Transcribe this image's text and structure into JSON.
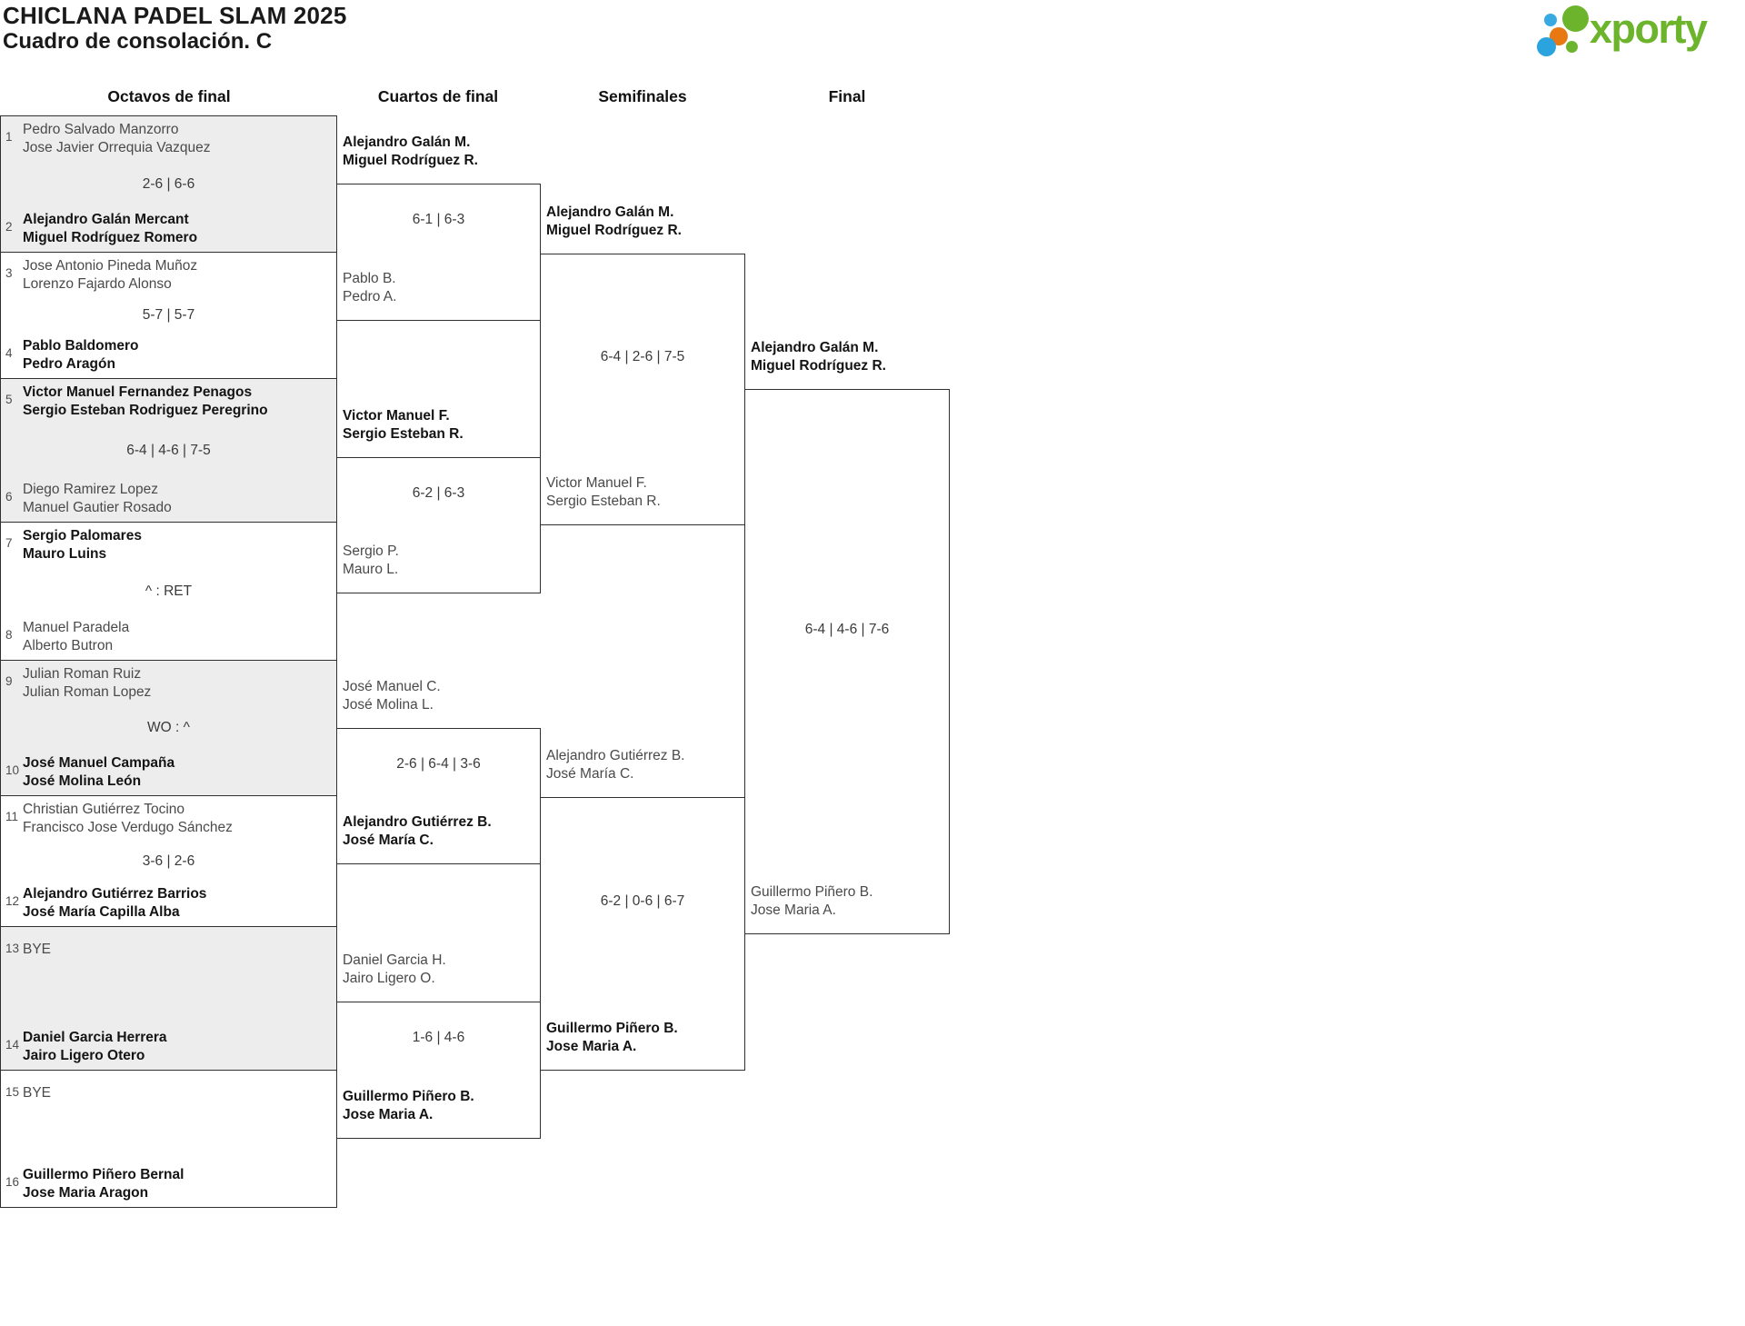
{
  "header": {
    "title": "CHICLANA PADEL SLAM 2025",
    "subtitle": "Cuadro de consolación. C"
  },
  "logo": {
    "text": "xporty",
    "dots": [
      {
        "name": "logo-dot-small-blue",
        "color": "#39a9e1"
      },
      {
        "name": "logo-dot-large-green",
        "color": "#6db42d"
      },
      {
        "name": "logo-dot-orange",
        "color": "#e87912"
      },
      {
        "name": "logo-dot-small-green",
        "color": "#6db42d"
      },
      {
        "name": "logo-dot-large-blue",
        "color": "#2aa3de"
      }
    ]
  },
  "columns": [
    {
      "label": "Octavos de final"
    },
    {
      "label": "Cuartos de final"
    },
    {
      "label": "Semifinales"
    },
    {
      "label": "Final"
    }
  ],
  "round_of_16": [
    {
      "shaded": true,
      "score": "2-6 | 6-6",
      "slots": [
        {
          "seed": "1",
          "lines": [
            "Pedro Salvado Manzorro",
            "Jose Javier Orrequia Vazquez"
          ],
          "winner": false
        },
        {
          "seed": "2",
          "lines": [
            "Alejandro Galán Mercant",
            "Miguel Rodríguez Romero"
          ],
          "winner": true
        }
      ]
    },
    {
      "shaded": false,
      "score": "5-7 | 5-7",
      "slots": [
        {
          "seed": "3",
          "lines": [
            "Jose Antonio Pineda Muñoz",
            "Lorenzo Fajardo Alonso"
          ],
          "winner": false
        },
        {
          "seed": "4",
          "lines": [
            "Pablo Baldomero",
            "Pedro Aragón"
          ],
          "winner": true
        }
      ]
    },
    {
      "shaded": true,
      "score": "6-4 | 4-6 | 7-5",
      "slots": [
        {
          "seed": "5",
          "lines": [
            "Victor Manuel Fernandez Penagos",
            "Sergio Esteban Rodriguez Peregrino"
          ],
          "winner": true
        },
        {
          "seed": "6",
          "lines": [
            "Diego Ramirez Lopez",
            "Manuel Gautier Rosado"
          ],
          "winner": false
        }
      ]
    },
    {
      "shaded": false,
      "score": "^ : RET",
      "slots": [
        {
          "seed": "7",
          "lines": [
            "Sergio Palomares",
            "Mauro Luins"
          ],
          "winner": true
        },
        {
          "seed": "8",
          "lines": [
            "Manuel Paradela",
            "Alberto Butron"
          ],
          "winner": false
        }
      ]
    },
    {
      "shaded": true,
      "score": "WO : ^",
      "slots": [
        {
          "seed": "9",
          "lines": [
            "Julian Roman Ruiz",
            "Julian Roman Lopez"
          ],
          "winner": false
        },
        {
          "seed": "10",
          "lines": [
            "José Manuel Campaña",
            "José Molina León"
          ],
          "winner": true
        }
      ]
    },
    {
      "shaded": false,
      "score": "3-6 | 2-6",
      "slots": [
        {
          "seed": "11",
          "lines": [
            "Christian Gutiérrez Tocino",
            "Francisco Jose Verdugo Sánchez"
          ],
          "winner": false
        },
        {
          "seed": "12",
          "lines": [
            "Alejandro Gutiérrez Barrios",
            "José María Capilla Alba"
          ],
          "winner": true
        }
      ]
    },
    {
      "shaded": true,
      "score": "",
      "slots": [
        {
          "seed": "13",
          "lines": [
            "BYE"
          ],
          "winner": false
        },
        {
          "seed": "14",
          "lines": [
            "Daniel Garcia Herrera",
            "Jairo Ligero Otero"
          ],
          "winner": true
        }
      ]
    },
    {
      "shaded": false,
      "score": "",
      "slots": [
        {
          "seed": "15",
          "lines": [
            "BYE"
          ],
          "winner": false
        },
        {
          "seed": "16",
          "lines": [
            "Guillermo Piñero Bernal",
            "Jose Maria Aragon"
          ],
          "winner": true
        }
      ]
    }
  ],
  "quarterfinals": [
    {
      "score": "6-1 | 6-3",
      "top": {
        "lines": [
          "Alejandro Galán M.",
          "Miguel Rodríguez R."
        ],
        "winner": true
      },
      "bottom": {
        "lines": [
          "Pablo B.",
          "Pedro A."
        ],
        "winner": false
      }
    },
    {
      "score": "6-2 | 6-3",
      "top": {
        "lines": [
          "Victor Manuel F.",
          "Sergio Esteban R."
        ],
        "winner": true
      },
      "bottom": {
        "lines": [
          "Sergio P.",
          "Mauro L."
        ],
        "winner": false
      }
    },
    {
      "score": "2-6 | 6-4 | 3-6",
      "top": {
        "lines": [
          "José Manuel C.",
          "José Molina L."
        ],
        "winner": false
      },
      "bottom": {
        "lines": [
          "Alejandro Gutiérrez B.",
          "José María C."
        ],
        "winner": true
      }
    },
    {
      "score": "1-6 | 4-6",
      "top": {
        "lines": [
          "Daniel Garcia H.",
          "Jairo Ligero O."
        ],
        "winner": false
      },
      "bottom": {
        "lines": [
          "Guillermo Piñero B.",
          "Jose Maria A."
        ],
        "winner": true
      }
    }
  ],
  "semifinals": [
    {
      "score": "6-4 | 2-6 | 7-5",
      "top": {
        "lines": [
          "Alejandro Galán M.",
          "Miguel Rodríguez R."
        ],
        "winner": true
      },
      "bottom": {
        "lines": [
          "Victor Manuel F.",
          "Sergio Esteban R."
        ],
        "winner": false
      }
    },
    {
      "score": "6-2 | 0-6 | 6-7",
      "top": {
        "lines": [
          "Alejandro Gutiérrez B.",
          "José María C."
        ],
        "winner": false
      },
      "bottom": {
        "lines": [
          "Guillermo Piñero B.",
          "Jose Maria A."
        ],
        "winner": true
      }
    }
  ],
  "final": [
    {
      "score": "6-4 | 4-6 | 7-6",
      "top": {
        "lines": [
          "Alejandro Galán M.",
          "Miguel Rodríguez R."
        ],
        "winner": true
      },
      "bottom": {
        "lines": [
          "Guillermo Piñero B.",
          "Jose Maria A."
        ],
        "winner": false
      }
    }
  ],
  "colors": {
    "accent_green": "#6db42d",
    "accent_blue": "#35a8e0",
    "accent_orange": "#e87912",
    "shaded_box": "#ededed",
    "border": "#303030",
    "winner_text": "#141414",
    "loser_text": "#4a4a4a"
  }
}
